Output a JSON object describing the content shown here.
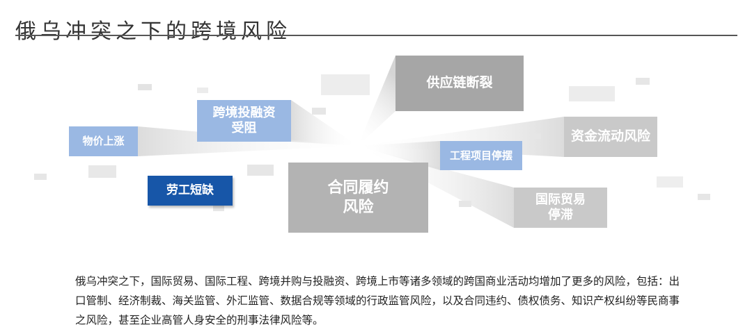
{
  "page": {
    "title": "俄乌冲突之下的跨境风险"
  },
  "diagram": {
    "center": {
      "line1": "合同履约",
      "line2": "风险"
    },
    "nodes": {
      "supply_chain": {
        "line1": "供应链断裂"
      },
      "funds": {
        "line1": "资金流动风险"
      },
      "trade": {
        "line1": "国际贸易",
        "line2": "停滞"
      },
      "project": {
        "line1": "工程项目停摆"
      },
      "investment": {
        "line1": "跨境投融资",
        "line2": "受阻"
      },
      "price": {
        "line1": "物价上涨"
      },
      "labor": {
        "line1": "劳工短缺"
      }
    },
    "colors": {
      "gray": "#a6a6a6",
      "gray_light": "#c9c9c9",
      "blue_light": "#9ab8e3",
      "blue_dark": "#1756a8"
    }
  },
  "description": "俄乌冲突之下，国际贸易、国际工程、跨境并购与投融资、跨境上市等诸多领域的跨国商业活动均增加了更多的风险，包括：出口管制、经济制裁、海关监管、外汇监管、数据合规等领域的行政监管风险，以及合同违约、债权债务、知识产权纠纷等民商事之风险，甚至企业高管人身安全的刑事法律风险等。"
}
